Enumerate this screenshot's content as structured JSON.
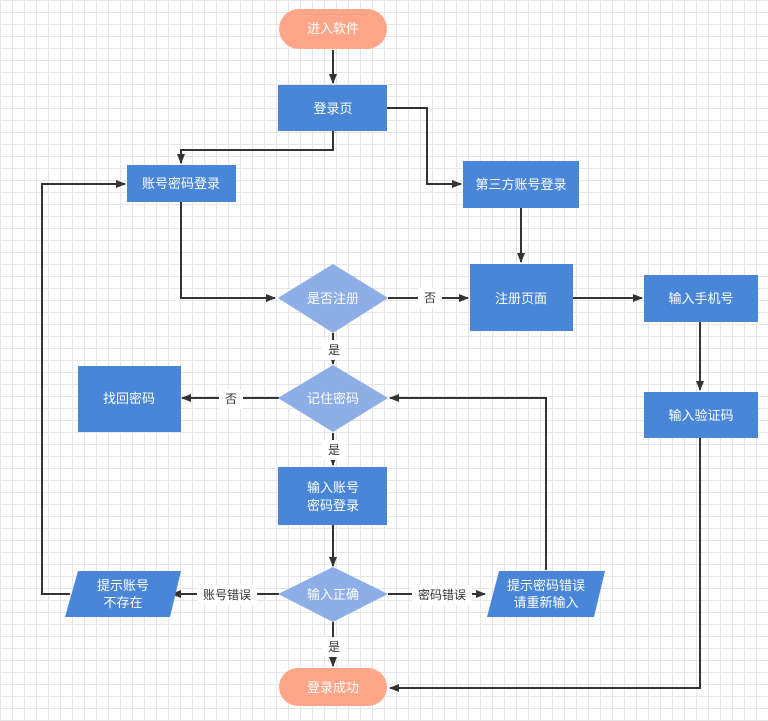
{
  "colors": {
    "terminal": "#FFA589",
    "process": "#4A86D8",
    "decision": "#8DAEE6",
    "edge": "#333333"
  },
  "nodes": {
    "start": "进入软件",
    "login_page": "登录页",
    "account_login": "账号密码登录",
    "third_party_login": "第三方账号登录",
    "is_registered": "是否注册",
    "register_page": "注册页面",
    "input_phone": "输入手机号",
    "remember_password": "记住密码",
    "recover_password": "找回密码",
    "input_verification": "输入验证码",
    "input_credentials": [
      "输入账号",
      "密码登录"
    ],
    "input_correct": "输入正确",
    "account_not_exist": [
      "提示账号",
      "不存在"
    ],
    "password_error": [
      "提示密码错误",
      "请重新输入"
    ],
    "login_success": "登录成功"
  },
  "edge_labels": {
    "no_register": "否",
    "yes_register": "是",
    "no_remember": "否",
    "yes_remember": "是",
    "account_error": "账号错误",
    "password_error": "密码错误",
    "correct": "是"
  }
}
